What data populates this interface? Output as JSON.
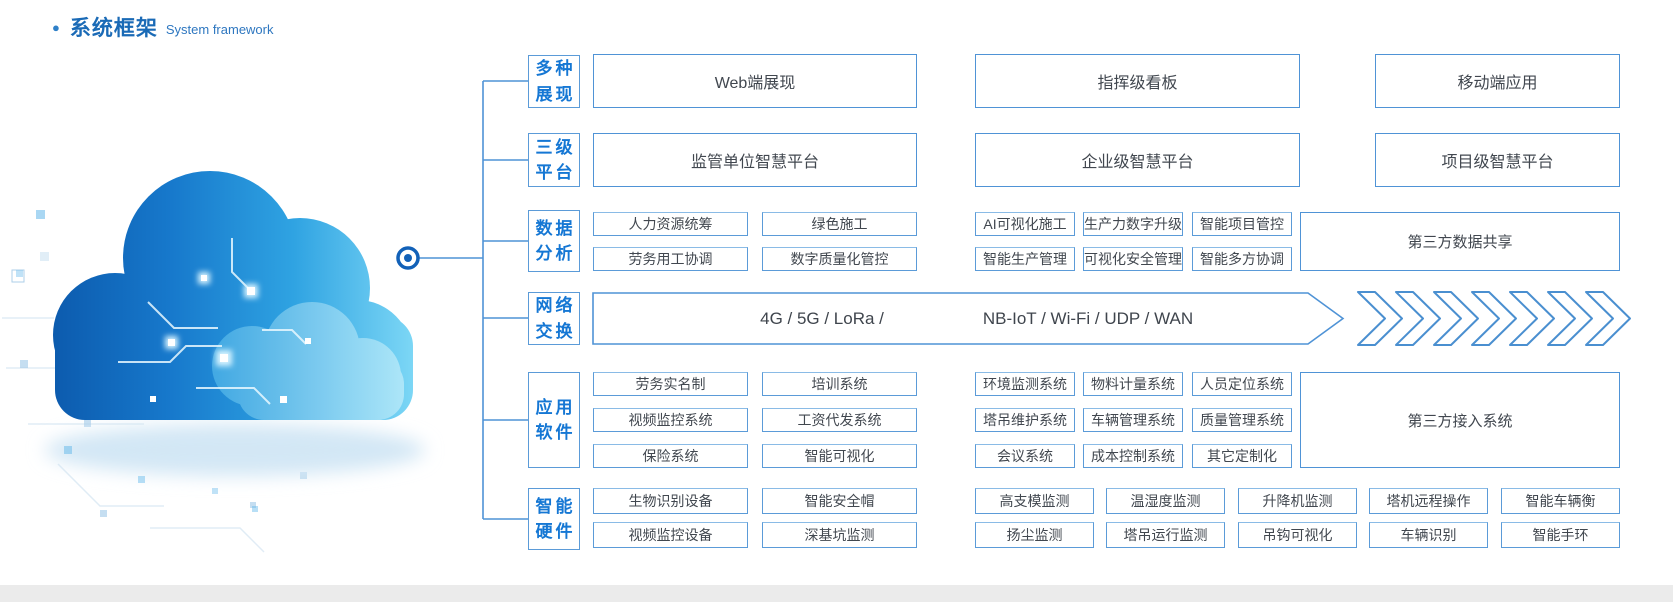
{
  "title": {
    "zh": "系统框架",
    "en": "System framework"
  },
  "icons": {
    "bullet": "●",
    "hub_node": "target-circle",
    "flow": "chevron-right",
    "cloud": "cloud-computing"
  },
  "colors": {
    "title_blue": "#1a6ab6",
    "label_blue": "#1577d4",
    "border_blue": "#4f93d6",
    "text_dark": "#41474f"
  },
  "rows": [
    {
      "id": "display",
      "label_line1": "多种",
      "label_line2": "展现",
      "cells": [
        "Web端展现",
        "指挥级看板",
        "移动端应用"
      ]
    },
    {
      "id": "platform",
      "label_line1": "三级",
      "label_line2": "平台",
      "cells": [
        "监管单位智慧平台",
        "企业级智慧平台",
        "项目级智慧平台"
      ]
    },
    {
      "id": "data-analysis",
      "label_line1": "数据",
      "label_line2": "分析",
      "left": [
        [
          "人力资源统筹",
          "绿色施工"
        ],
        [
          "劳务用工协调",
          "数字质量化管控"
        ]
      ],
      "right": [
        [
          "AI可视化施工",
          "生产力数字升级",
          "智能项目管控"
        ],
        [
          "智能生产管理",
          "可视化安全管理",
          "智能多方协调"
        ]
      ],
      "tall": "第三方数据共享"
    },
    {
      "id": "network",
      "label_line1": "网络",
      "label_line2": "交换",
      "text_left": "4G / 5G / LoRa /",
      "text_right": "NB-IoT / Wi-Fi / UDP / WAN",
      "chevrons": 7
    },
    {
      "id": "software",
      "label_line1": "应用",
      "label_line2": "软件",
      "left": [
        [
          "劳务实名制",
          "培训系统"
        ],
        [
          "视频监控系统",
          "工资代发系统"
        ],
        [
          "保险系统",
          "智能可视化"
        ]
      ],
      "right": [
        [
          "环境监测系统",
          "物料计量系统",
          "人员定位系统"
        ],
        [
          "塔吊维护系统",
          "车辆管理系统",
          "质量管理系统"
        ],
        [
          "会议系统",
          "成本控制系统",
          "其它定制化"
        ]
      ],
      "tall": "第三方接入系统"
    },
    {
      "id": "hardware",
      "label_line1": "智能",
      "label_line2": "硬件",
      "left": [
        [
          "生物识别设备",
          "智能安全帽"
        ],
        [
          "视频监控设备",
          "深基坑监测"
        ]
      ],
      "right": [
        [
          "高支模监测",
          "温湿度监测",
          "升降机监测",
          "塔机远程操作",
          "智能车辆衡"
        ],
        [
          "扬尘监测",
          "塔吊运行监测",
          "吊钩可视化",
          "车辆识别",
          "智能手环"
        ]
      ]
    }
  ]
}
